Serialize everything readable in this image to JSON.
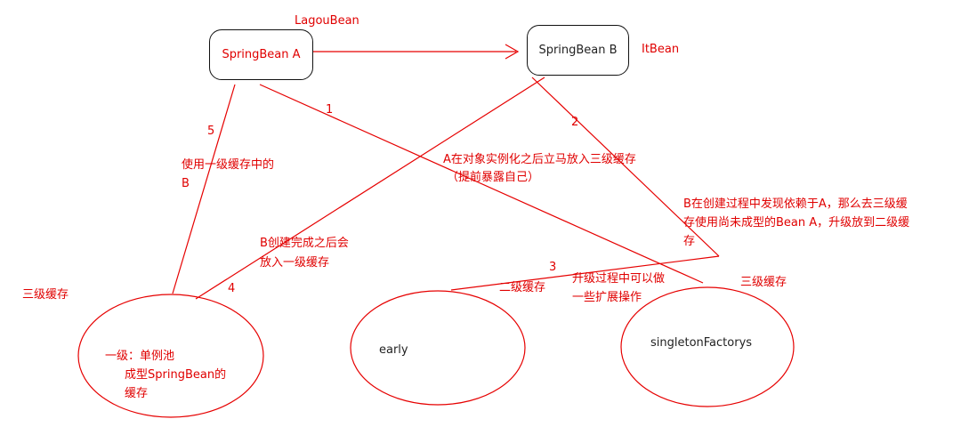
{
  "colors": {
    "line": "#e60000",
    "text": "#e00000",
    "box_border": "#111111",
    "dark_text": "#222222"
  },
  "nodes": {
    "bean_a": "SpringBean A",
    "bean_b": "SpringBean B",
    "lagou_bean": "LagouBean",
    "it_bean": "ItBean"
  },
  "steps": {
    "s1": "1",
    "s2": "2",
    "s3": "3",
    "s4": "4",
    "s5": "5"
  },
  "notes": {
    "step1_line1": "A在对象实例化之后立马放入三级缓存",
    "step1_line2": "（提前暴露自己）",
    "step2_line1": "B在创建过程中发现依赖于A，那么去三级缓",
    "step2_line2": "存使用尚未成型的Bean A，升级放到二级缓",
    "step2_line3": "存",
    "step3_line1": "升级过程中可以做",
    "step3_line2": "一些扩展操作",
    "step4_line1": "B创建完成之后会",
    "step4_line2": "放入一级缓存",
    "step5_line1": "使用一级缓存中的",
    "step5_line2": "B"
  },
  "caches": {
    "section_label": "三级缓存",
    "level1_line1": "一级：单例池",
    "level1_line2": "成型SpringBean的",
    "level1_line3": "缓存",
    "level2_name": "early",
    "level2_label": "二级缓存",
    "level3_name": "singletonFactorys",
    "level3_label": "三级缓存"
  }
}
